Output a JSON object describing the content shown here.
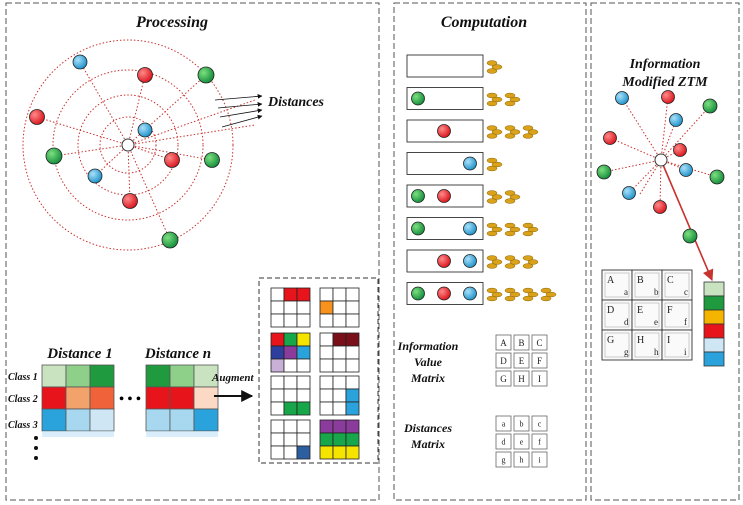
{
  "panels": {
    "processing": {
      "title": "Processing"
    },
    "computation": {
      "title": "Computation"
    },
    "information": {
      "title_line1": "Information",
      "title_line2": "Modified  ZTM"
    }
  },
  "processing": {
    "distances_label": "Distances",
    "distance1_label": "Distance 1",
    "distancen_label": "Distance n",
    "augment_label": "Augment",
    "class_labels": [
      "Class 1",
      "Class 2",
      "Class 3"
    ],
    "ellipsis": "• • •"
  },
  "computation": {
    "info_value_label": [
      "Information",
      "Value",
      "Matrix"
    ],
    "distances_matrix_label": [
      "Distances",
      "Matrix"
    ],
    "info_matrix": [
      "A",
      "B",
      "C",
      "D",
      "E",
      "F",
      "G",
      "H",
      "I"
    ],
    "dist_matrix": [
      "a",
      "b",
      "c",
      "d",
      "e",
      "f",
      "g",
      "h",
      "i"
    ]
  },
  "ztm": {
    "upper": [
      "A",
      "B",
      "C",
      "D",
      "E",
      "F",
      "G",
      "H",
      "I"
    ],
    "lower": [
      "a",
      "b",
      "c",
      "d",
      "e",
      "f",
      "g",
      "h",
      "i"
    ]
  },
  "colors": {
    "red": "#e8141c",
    "green": "#17a74a",
    "blue": "#2aa3dc",
    "dotted_red": "#c8322f",
    "panel_border": "#555555"
  }
}
